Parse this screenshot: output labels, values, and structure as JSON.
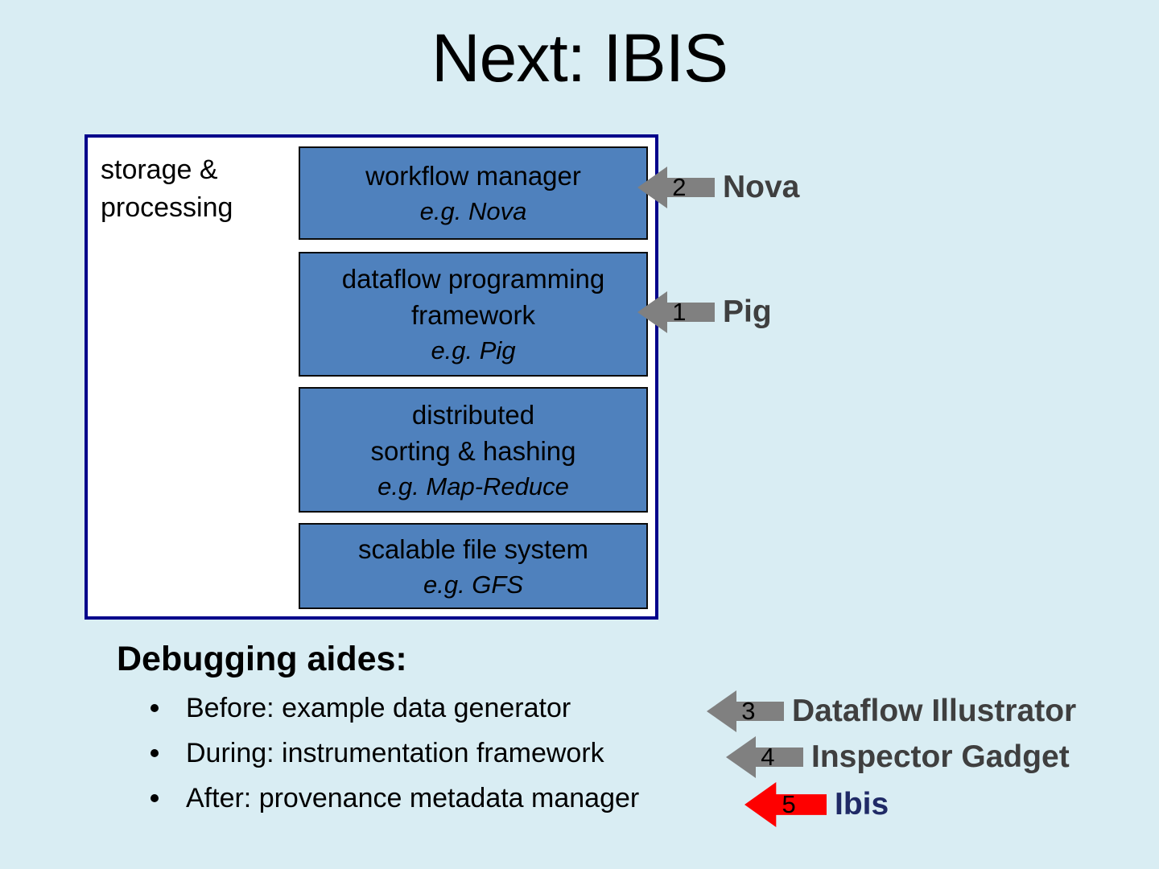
{
  "slide": {
    "title": "Next: IBIS",
    "background_color": "#d9edf3"
  },
  "diagram": {
    "container_label": "storage & processing",
    "container_border_color": "#00008b",
    "layer_fill_color": "#4f81bd",
    "layers": [
      {
        "name": "workflow manager",
        "line1": "workflow manager",
        "example": "e.g. Nova"
      },
      {
        "name": "dataflow programming framework",
        "line1": "dataflow programming",
        "line2": "framework",
        "example": "e.g. Pig"
      },
      {
        "name": "distributed sorting & hashing",
        "line1": "distributed",
        "line2": "sorting & hashing",
        "example": "e.g. Map-Reduce"
      },
      {
        "name": "scalable file system",
        "line1": "scalable file system",
        "example": "e.g. GFS"
      }
    ],
    "arrows": [
      {
        "number": "2",
        "label": "Nova",
        "color": "#808080"
      },
      {
        "number": "1",
        "label": "Pig",
        "color": "#808080"
      }
    ]
  },
  "debugging": {
    "heading": "Debugging aides:",
    "bullets": [
      {
        "text": "Before: example data generator"
      },
      {
        "text": "During: instrumentation framework"
      },
      {
        "text": "After: provenance metadata manager"
      }
    ],
    "arrows": [
      {
        "number": "3",
        "label": "Dataflow Illustrator",
        "color": "#808080",
        "label_color": "#3f3f3f"
      },
      {
        "number": "4",
        "label": "Inspector Gadget",
        "color": "#808080",
        "label_color": "#3f3f3f"
      },
      {
        "number": "5",
        "label": "Ibis",
        "color": "#fe0000",
        "label_color": "#1f2a66"
      }
    ]
  }
}
